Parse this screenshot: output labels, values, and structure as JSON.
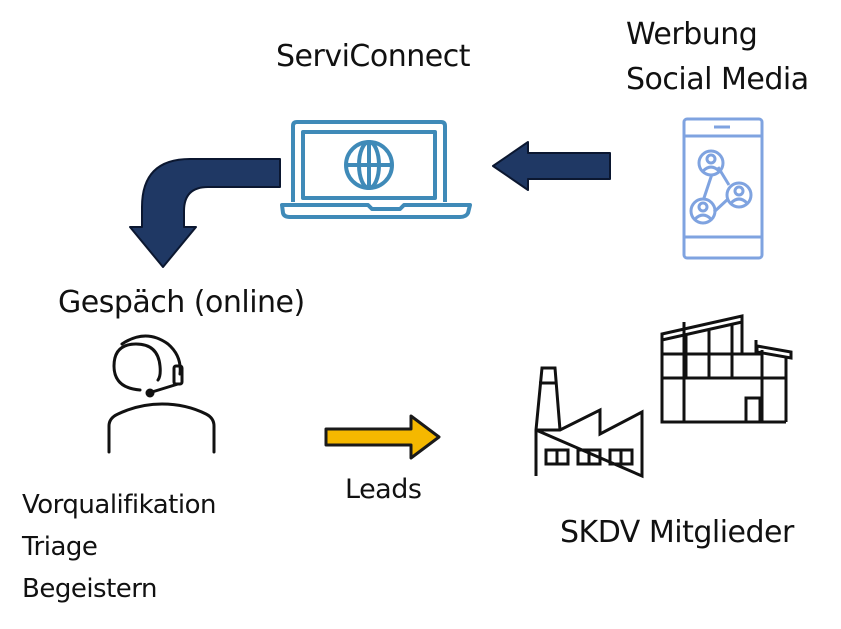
{
  "diagram": {
    "nodes": {
      "serviconnect": {
        "label": "ServiConnect",
        "icon": "laptop-globe-icon",
        "color": "#3f8ab8"
      },
      "advertising": {
        "lines": [
          "Werbung",
          "Social Media"
        ],
        "icon": "smartphone-social-network-icon",
        "color": "#7fa3e0"
      },
      "conversation": {
        "label": "Gespäch (online)",
        "icon": "headset-agent-icon",
        "color": "#111111"
      },
      "tasks": {
        "lines": [
          "Vorqualifikation",
          "Triage",
          "Begeistern"
        ]
      },
      "members": {
        "label": "SKDV Mitglieder",
        "icons": [
          "factory-icon",
          "modern-building-icon"
        ],
        "color": "#111111"
      }
    },
    "edges": [
      {
        "from": "advertising",
        "to": "serviconnect",
        "style": "arrow-left",
        "color": "#1f3864"
      },
      {
        "from": "serviconnect",
        "to": "conversation",
        "style": "bent-arrow-down",
        "color": "#1f3864"
      },
      {
        "from": "conversation",
        "to": "members",
        "style": "arrow-right",
        "color": "#f5b800",
        "label": "Leads"
      }
    ]
  }
}
